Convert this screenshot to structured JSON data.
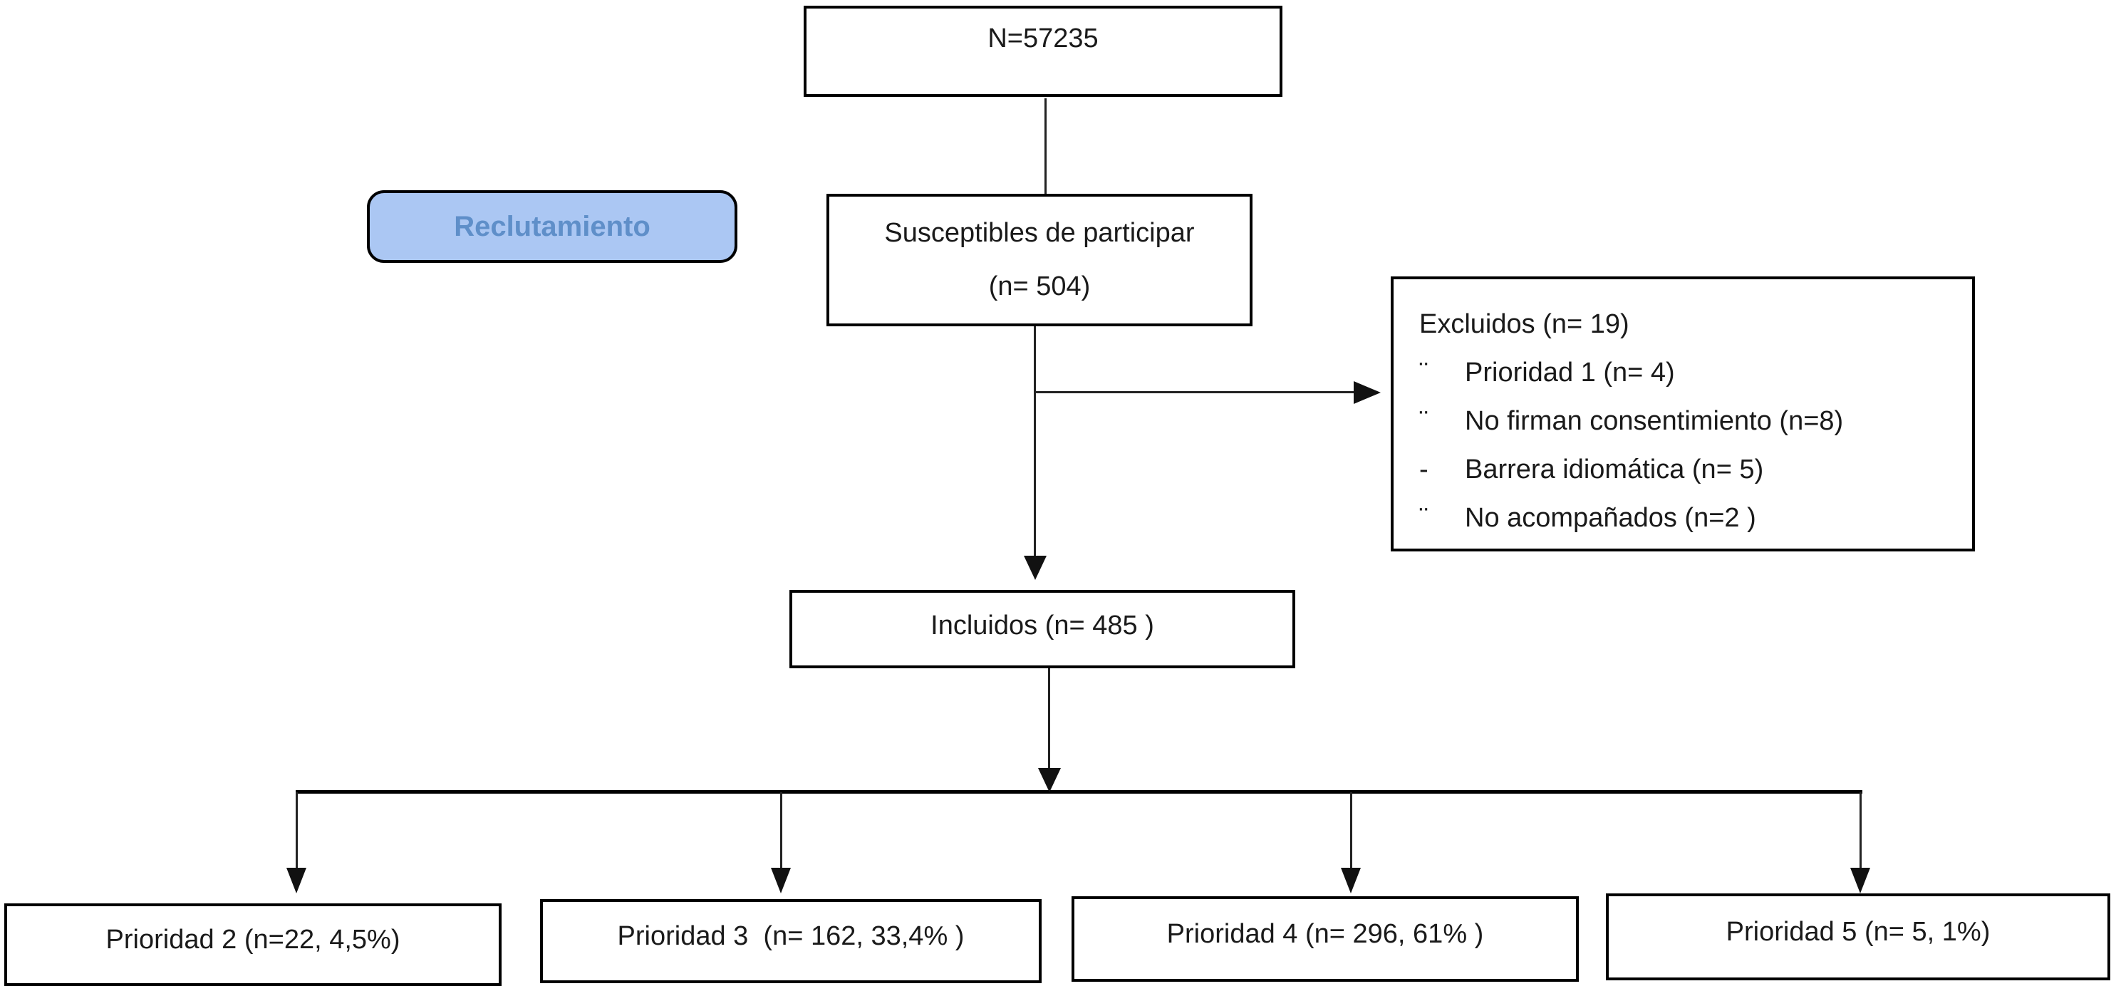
{
  "diagram": {
    "top_box": {
      "label": "N=57235"
    },
    "stage_label": {
      "label": "Reclutamiento"
    },
    "eligible_box": {
      "line1": "Susceptibles de participar",
      "line2": "(n= 504)"
    },
    "excluded_box": {
      "title": "Excluidos (n= 19)",
      "items": [
        {
          "marker": "¨",
          "label": "Prioridad 1 (n= 4)"
        },
        {
          "marker": "¨",
          "label": "No firman consentimiento (n=8)"
        },
        {
          "marker": "-",
          "label": "Barrera idiomática (n= 5)"
        },
        {
          "marker": "¨",
          "label": "No acompañados (n=2 )"
        }
      ]
    },
    "included_box": {
      "label": "Incluidos (n= 485 )"
    },
    "priority_boxes": [
      {
        "label": "Prioridad 2 (n=22, 4,5%)"
      },
      {
        "label": "Prioridad 3  (n= 162, 33,4% )"
      },
      {
        "label": "Prioridad 4 (n= 296, 61% )"
      },
      {
        "label": "Prioridad 5 (n= 5, 1%)"
      }
    ],
    "colors": {
      "stage_fill": "#abc7f3",
      "stage_text": "#5f8fc9",
      "line": "#000000"
    }
  }
}
